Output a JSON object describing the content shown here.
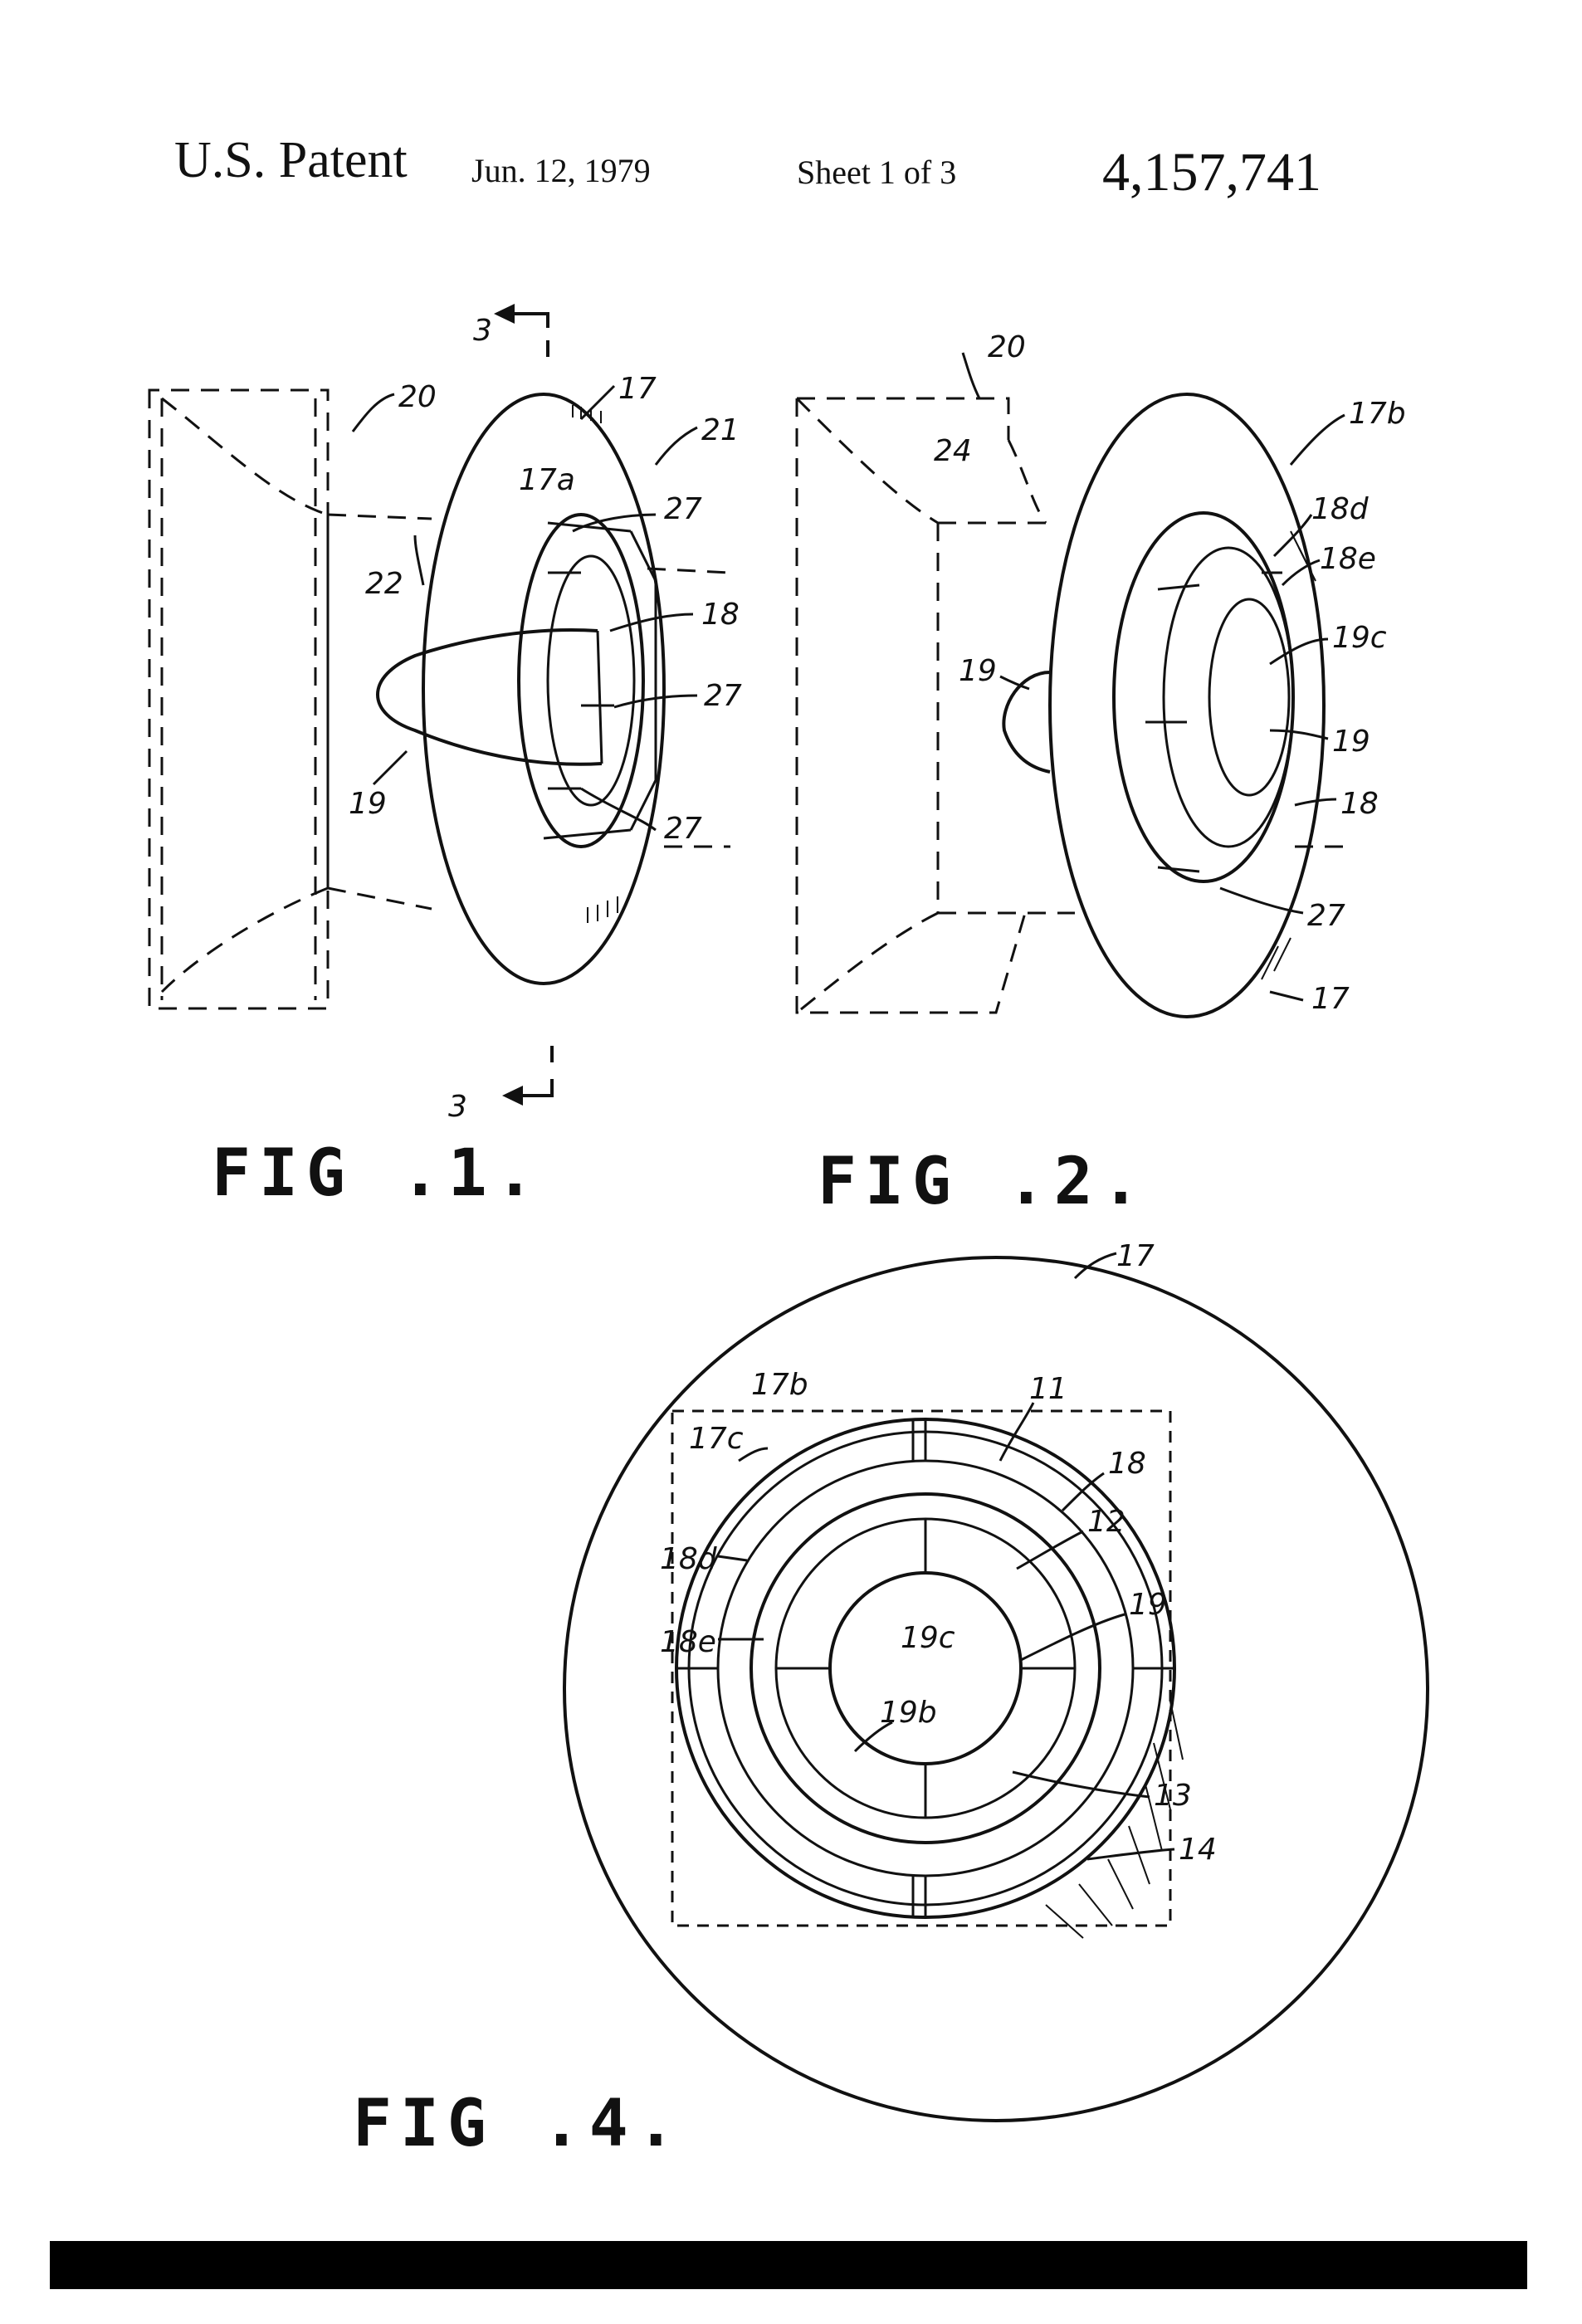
{
  "header": {
    "title": "U.S. Patent",
    "date": "Jun. 12, 1979",
    "sheet": "Sheet 1 of 3",
    "patent_number": "4,157,741"
  },
  "figures": {
    "fig1": {
      "caption": "FIG .1.",
      "section_marks": [
        "3",
        "3"
      ],
      "refs": [
        "20",
        "17",
        "21",
        "17a",
        "27",
        "22",
        "18",
        "27",
        "19",
        "27"
      ]
    },
    "fig2": {
      "caption": "FIG .2.",
      "refs": [
        "20",
        "24",
        "17b",
        "18d",
        "18e",
        "19c",
        "19",
        "19",
        "18",
        "27",
        "17"
      ]
    },
    "fig4": {
      "caption": "FIG .4.",
      "refs": [
        "17",
        "17b",
        "11",
        "17c",
        "18",
        "12",
        "18d",
        "19",
        "18e",
        "19c",
        "19b",
        "13",
        "14"
      ]
    }
  }
}
